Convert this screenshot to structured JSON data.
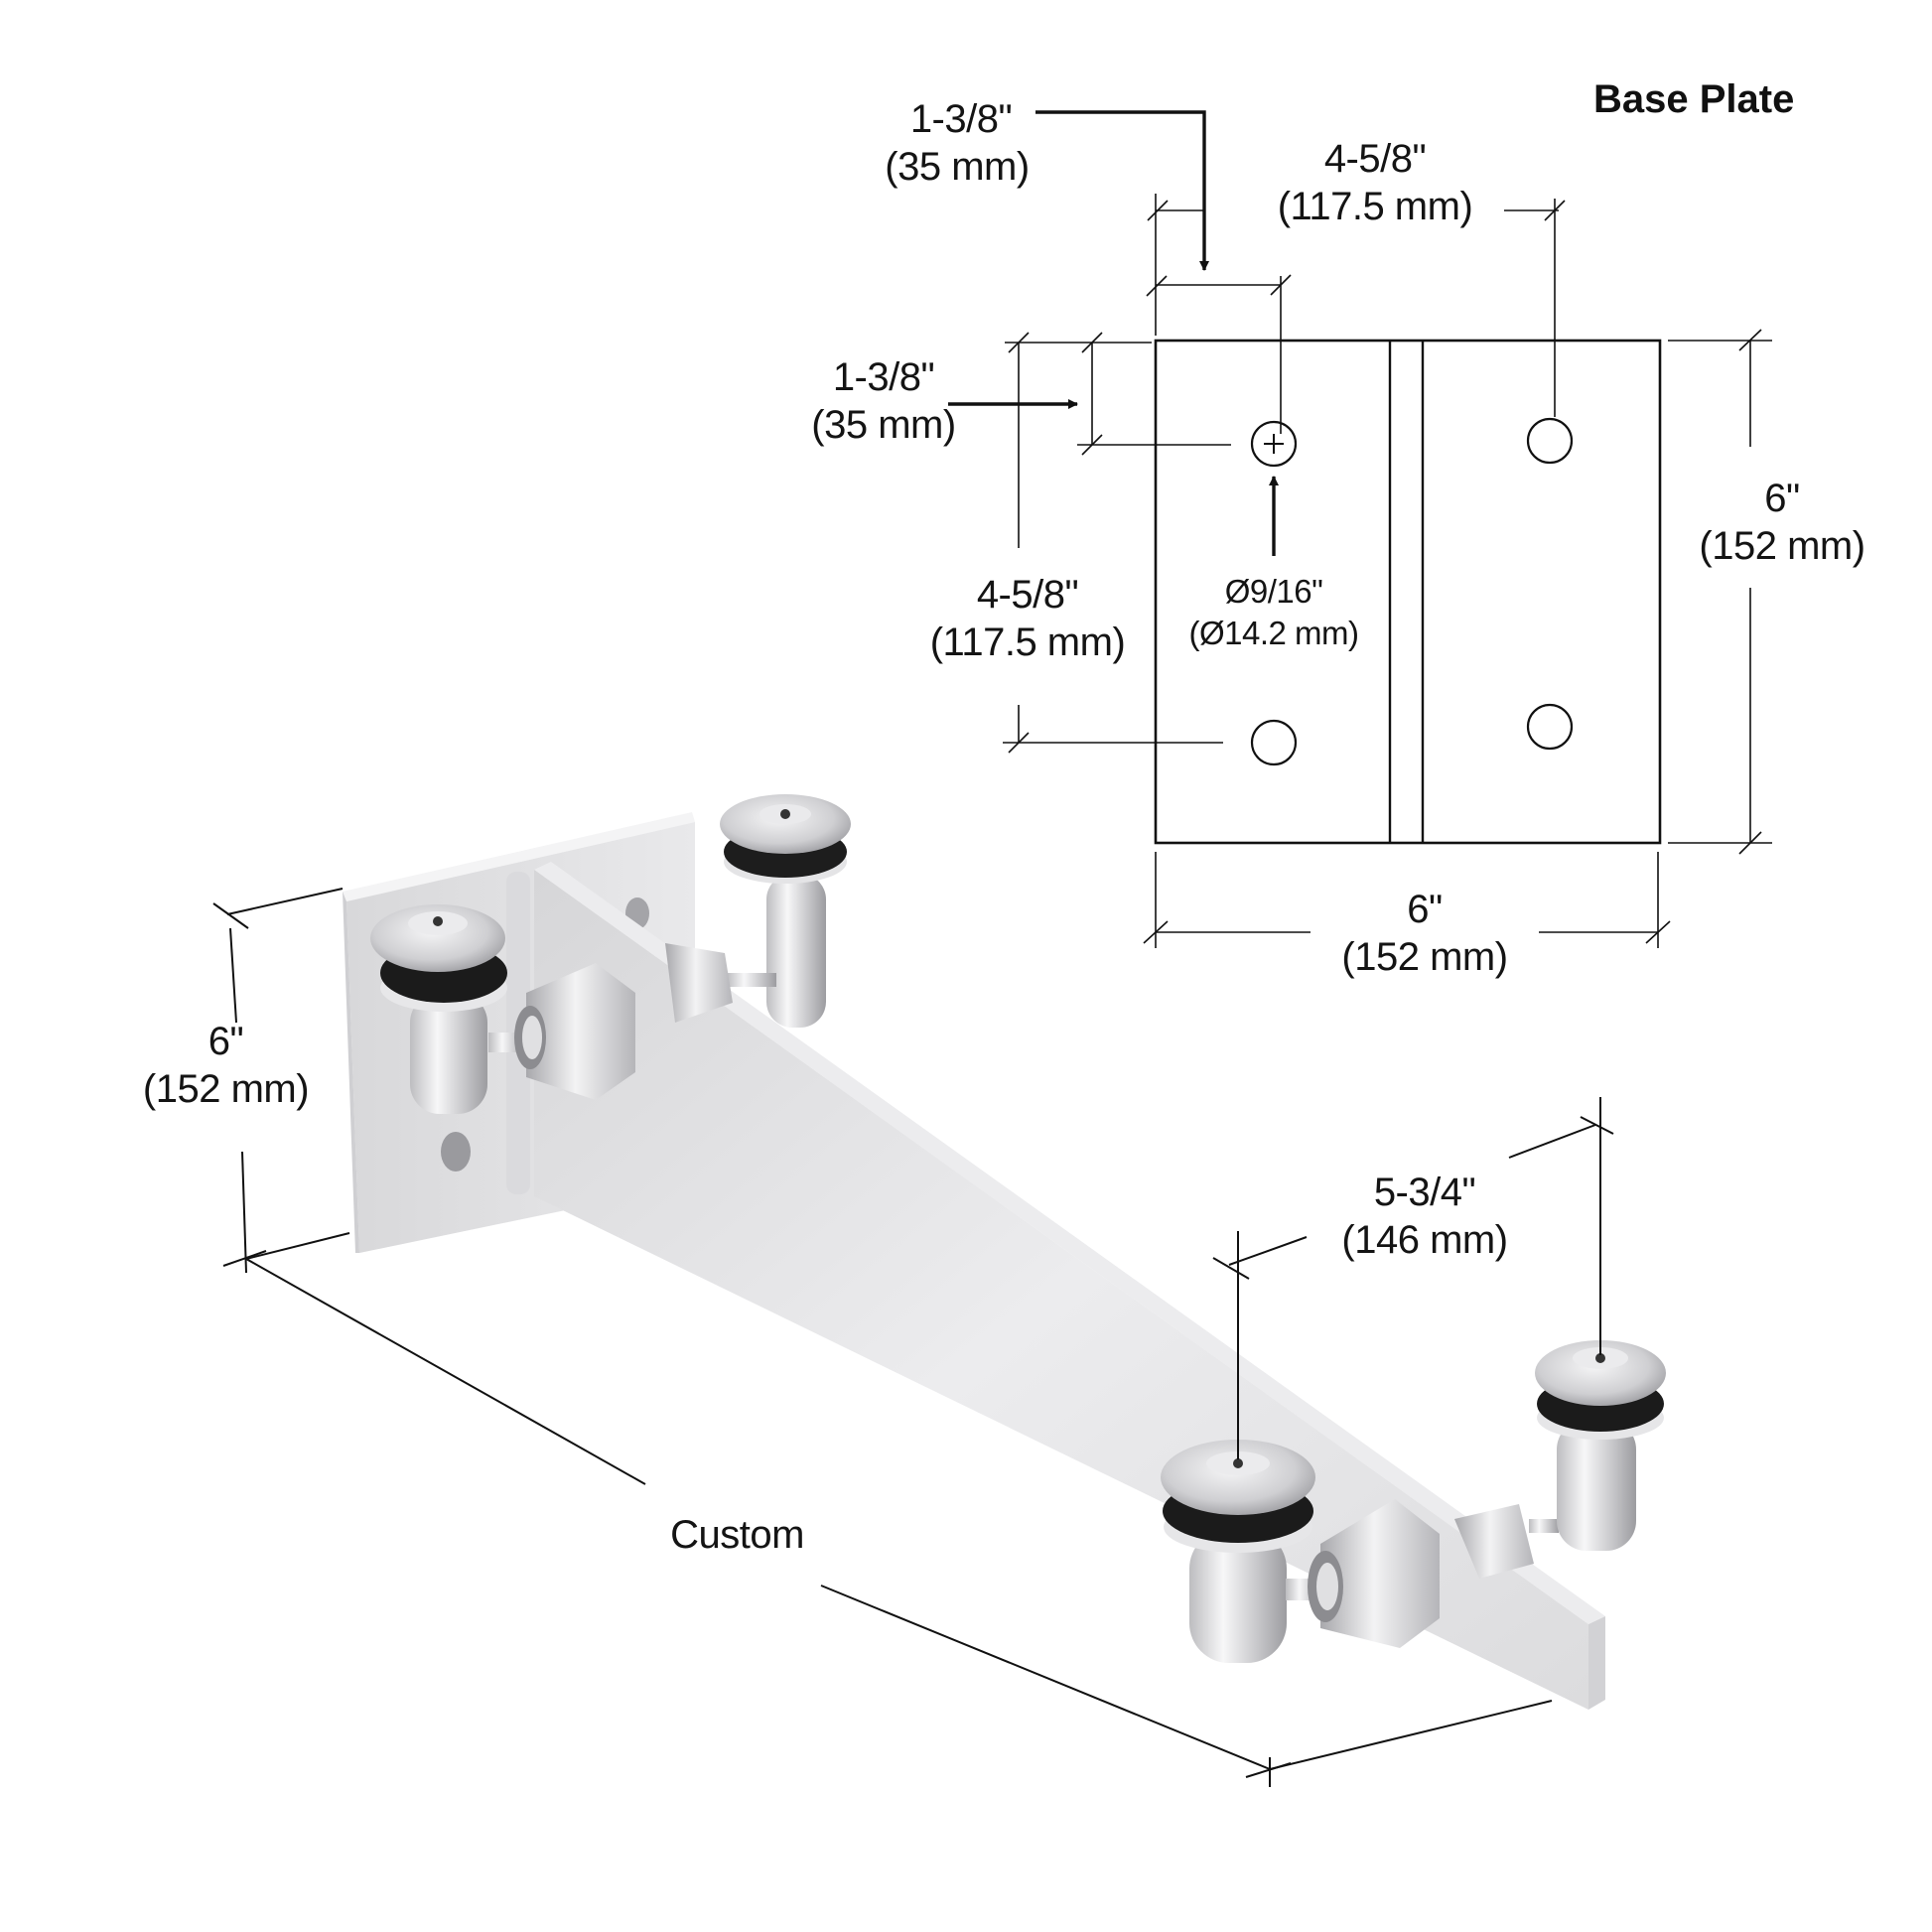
{
  "title": "Base Plate",
  "base_plate_drawing": {
    "top_offset": {
      "imperial": "1-3/8\"",
      "metric": "(35 mm)"
    },
    "hole_spacing_horizontal": {
      "imperial": "4-5/8\"",
      "metric": "(117.5 mm)"
    },
    "side_offset": {
      "imperial": "1-3/8\"",
      "metric": "(35 mm)"
    },
    "hole_spacing_vertical": {
      "imperial": "4-5/8\"",
      "metric": "(117.5 mm)"
    },
    "hole_diameter": {
      "imperial": "Ø9/16\"",
      "metric": "(Ø14.2 mm)"
    },
    "plate_height": {
      "imperial": "6\"",
      "metric": "(152 mm)"
    },
    "plate_width": {
      "imperial": "6\"",
      "metric": "(152 mm)"
    },
    "holes": 4
  },
  "bracket_view": {
    "plate_height": {
      "imperial": "6\"",
      "metric": "(152 mm)"
    },
    "pin_spacing": {
      "imperial": "5-3/4\"",
      "metric": "(146 mm)"
    },
    "arm_length": "Custom"
  },
  "colors": {
    "line": "#111111",
    "steel_light": "#f2f2f3",
    "steel_mid": "#d9d9db",
    "steel_dark": "#a9a9ad",
    "gasket": "#1a1a1a"
  }
}
